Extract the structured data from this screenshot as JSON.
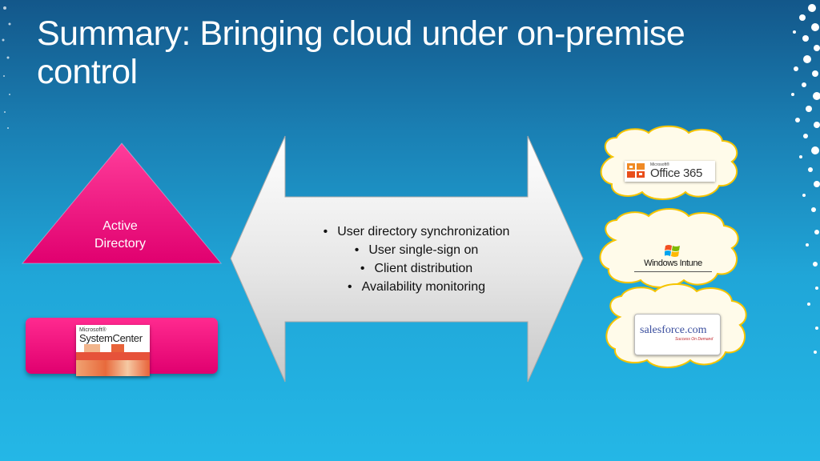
{
  "title": {
    "line1": "Summary: Bringing cloud under on-premise",
    "line2": "control"
  },
  "left": {
    "active_directory_label": [
      "Active",
      "Directory"
    ],
    "system_center": {
      "ms_label": "Microsoft®",
      "name": "SystemCenter"
    }
  },
  "center": {
    "bullets": [
      "User directory synchronization",
      "User single-sign on",
      "Client distribution",
      "Availability monitoring"
    ]
  },
  "right": {
    "office365": {
      "ms_label": "Microsoft®",
      "name": "Office 365",
      "icon": "office-logo-icon"
    },
    "intune": {
      "name": "Windows Intune",
      "icon": "windows-flag-icon"
    },
    "salesforce": {
      "name": "salesforce.com",
      "tagline": "Success On Demand"
    }
  },
  "colors": {
    "accent_pink": "#e8006f",
    "arrow_fill": "#d9d9d9",
    "cloud_fill": "#fffbea",
    "cloud_stroke": "#f5c400"
  }
}
